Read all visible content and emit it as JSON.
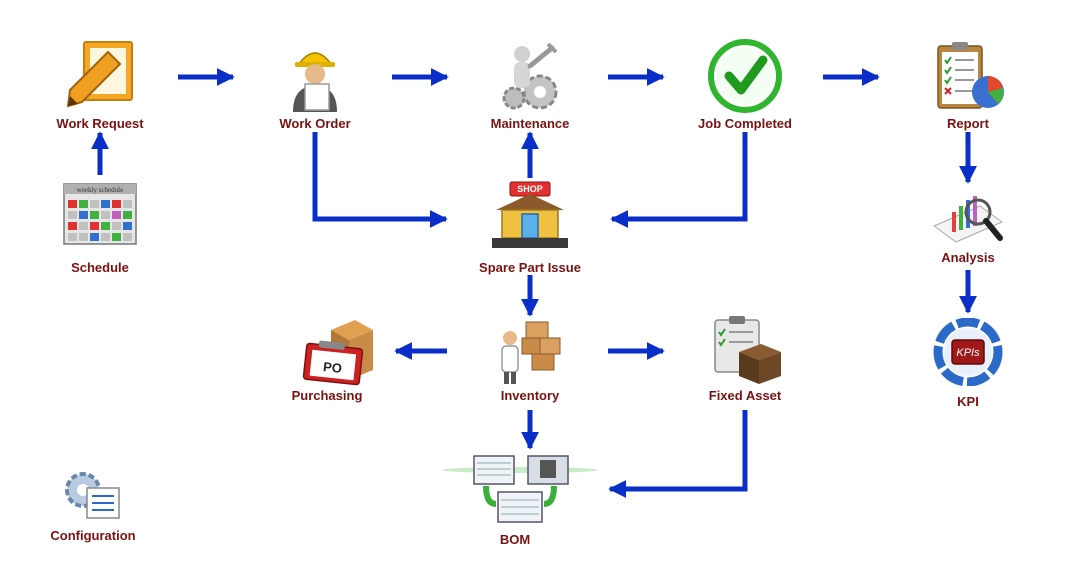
{
  "diagram": {
    "nodes": {
      "work_request": "Work Request",
      "work_order": "Work Order",
      "maintenance": "Maintenance",
      "job_completed": "Job Completed",
      "report": "Report",
      "schedule": "Schedule",
      "spare_part_issue": "Spare Part Issue",
      "analysis": "Analysis",
      "purchasing": "Purchasing",
      "inventory": "Inventory",
      "fixed_asset": "Fixed Asset",
      "kpi": "KPI",
      "configuration": "Configuration",
      "bom": "BOM"
    },
    "icon_text": {
      "schedule_header": "weekly schedule",
      "shop_sign": "SHOP",
      "po_text": "PO",
      "kpi_badge": "KPIs"
    },
    "colors": {
      "arrow": "#0a2fc8",
      "label": "#7a1212",
      "check_green": "#2fb52f",
      "work_request_orange": "#f0a020"
    }
  }
}
